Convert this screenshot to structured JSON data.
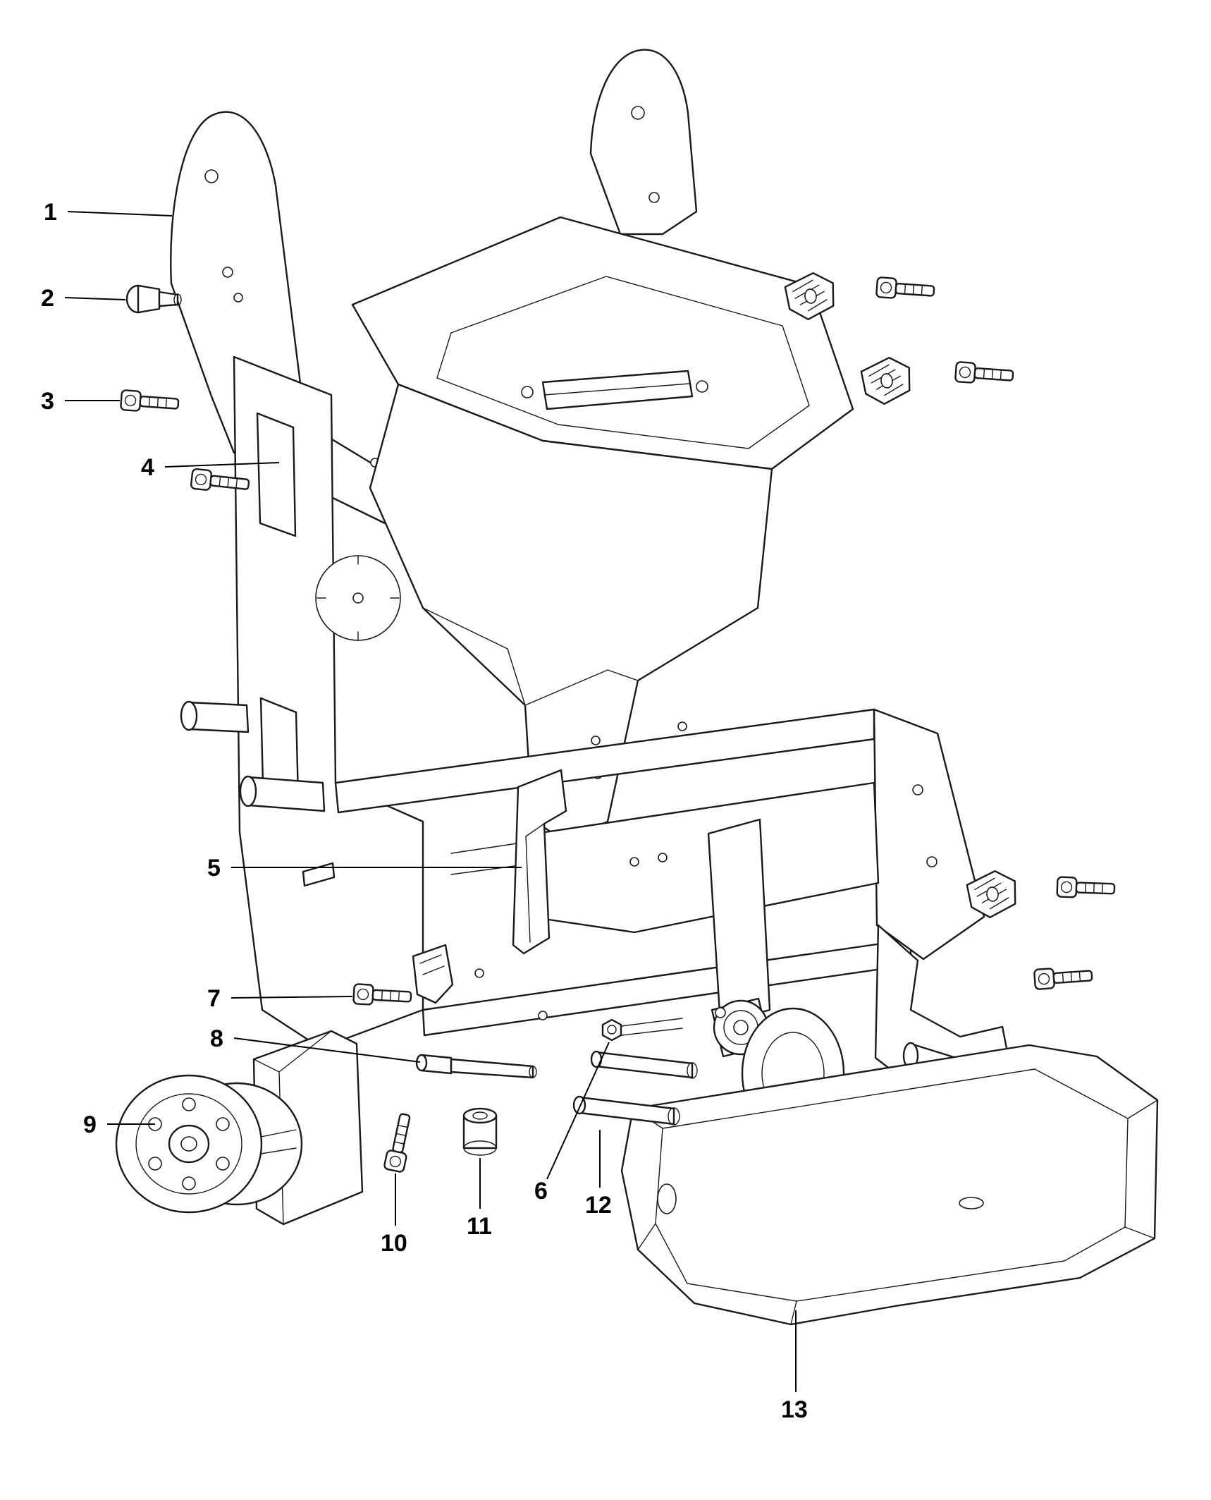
{
  "page": {
    "background": "#ffffff",
    "line_color": "#1a1a1a"
  },
  "diagram": {
    "type": "exploded-parts-diagram",
    "description": "Black-and-white exploded parts line drawing of a machine chassis assembly with handle frame, hood shroud, side plates, pulley, mounts, fasteners and base pan",
    "callouts": [
      {
        "number": "1"
      },
      {
        "number": "2"
      },
      {
        "number": "3"
      },
      {
        "number": "4"
      },
      {
        "number": "5"
      },
      {
        "number": "6"
      },
      {
        "number": "7"
      },
      {
        "number": "8"
      },
      {
        "number": "9"
      },
      {
        "number": "10"
      },
      {
        "number": "11"
      },
      {
        "number": "12"
      },
      {
        "number": "13"
      }
    ]
  }
}
